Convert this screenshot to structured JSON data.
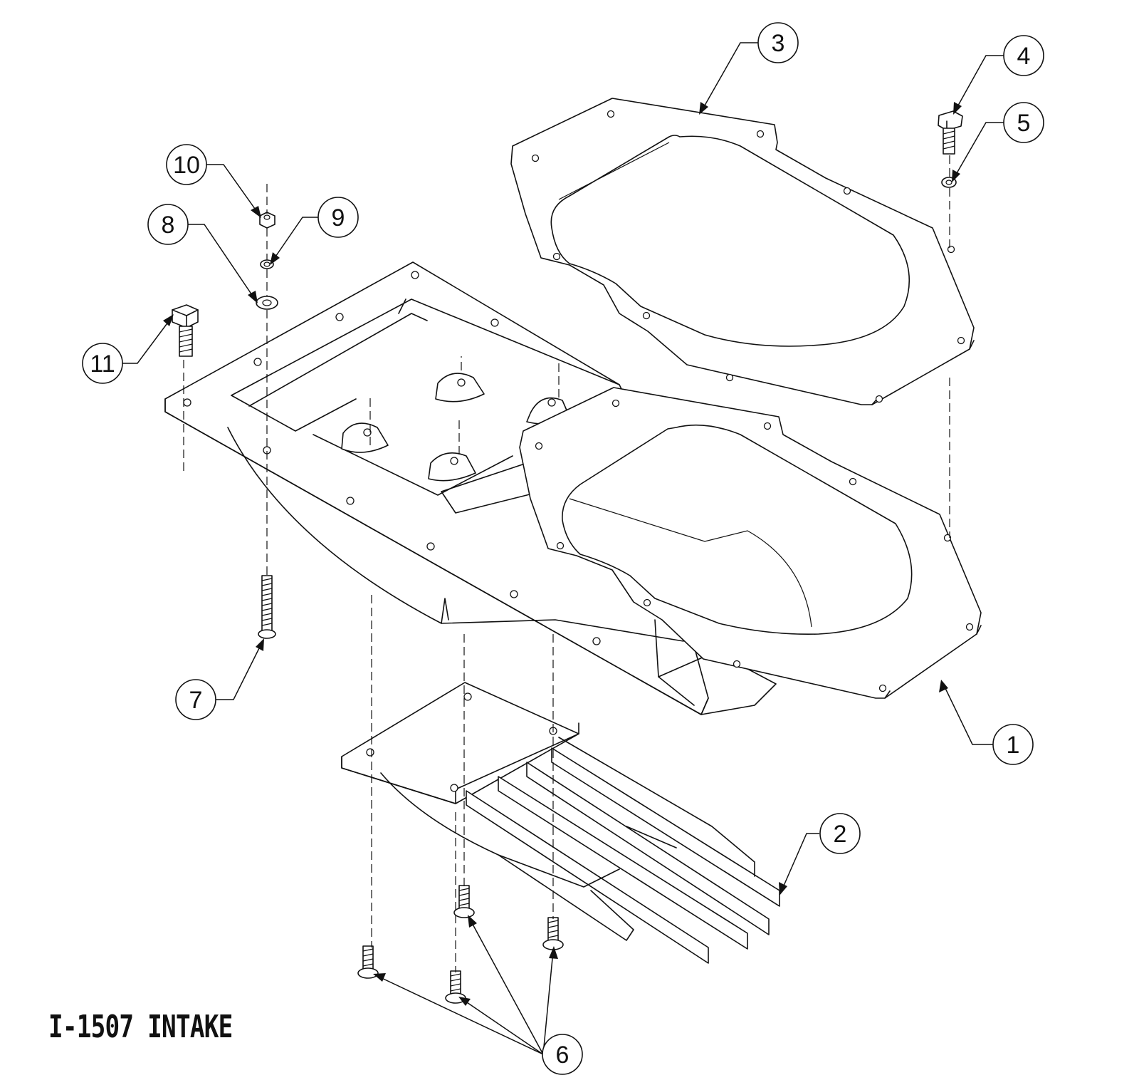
{
  "title": "I-1507 INTAKE",
  "callouts": {
    "c1": "1",
    "c2": "2",
    "c3": "3",
    "c4": "4",
    "c5": "5",
    "c6": "6",
    "c7": "7",
    "c8": "8",
    "c9": "9",
    "c10": "10",
    "c11": "11"
  }
}
